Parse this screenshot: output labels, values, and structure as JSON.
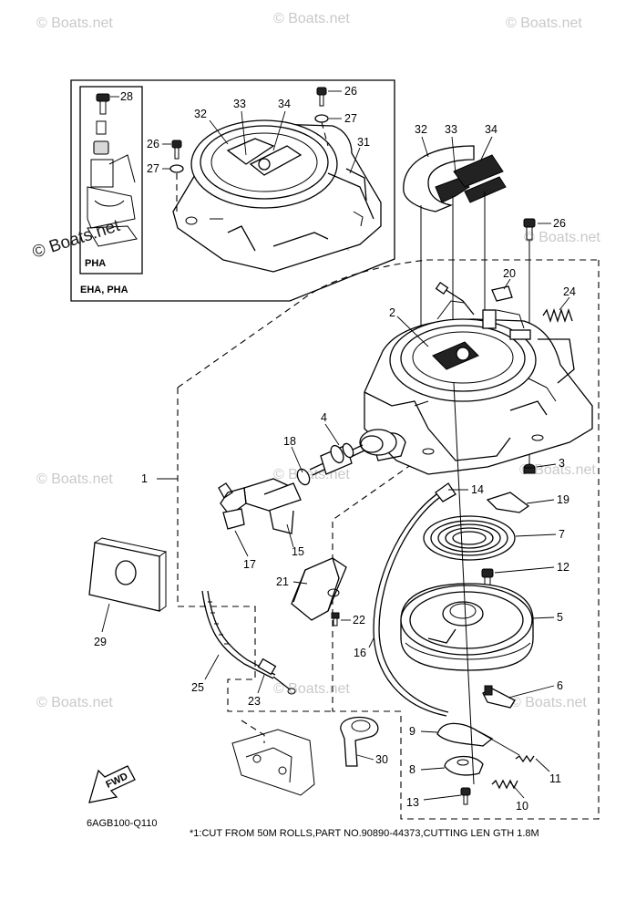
{
  "watermarks": {
    "text": "© Boats.net",
    "inset_text": "© Boats.net"
  },
  "inset": {
    "variant_label": "PHA",
    "models_label": "EHA, PHA"
  },
  "parts": {
    "p1": "1",
    "p2": "2",
    "p3": "3",
    "p4": "4",
    "p5": "5",
    "p6": "6",
    "p7": "7",
    "p8": "8",
    "p9": "9",
    "p10": "10",
    "p11": "11",
    "p12": "12",
    "p13": "13",
    "p14": "14",
    "p15": "15",
    "p16": "16",
    "p17": "17",
    "p18": "18",
    "p19": "19",
    "p20": "20",
    "p21": "21",
    "p22": "22",
    "p23": "23",
    "p24": "24",
    "p25": "25",
    "p26": "26",
    "p27": "27",
    "p28": "28",
    "p29": "29",
    "p30": "30",
    "p31": "31",
    "p32": "32",
    "p33": "33",
    "p34": "34"
  },
  "fwd_label": "FWD",
  "diagram_code": "6AGB100-Q110",
  "footnote": "*1:CUT FROM 50M ROLLS,PART NO.90890-44373,CUTTING LEN GTH 1.8M"
}
